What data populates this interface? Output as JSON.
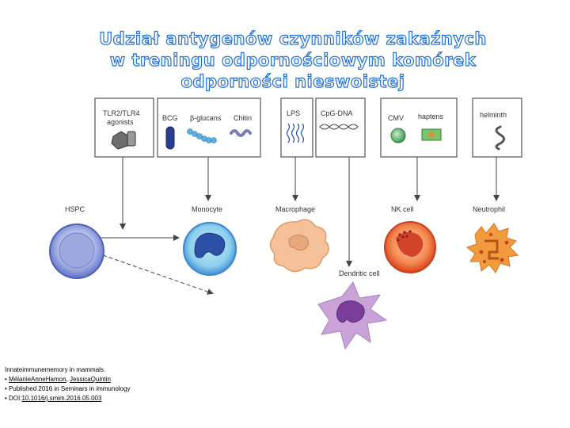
{
  "title": {
    "line1": "Udział antygenów czynników zakaźnych",
    "line2": "w treningu odpornościowym komórek",
    "line3": "odporności nieswoistej"
  },
  "stimuli": {
    "tlr": "TLR2/TLR4",
    "tlr2": "agonists",
    "bcg": "BCG",
    "glucans": "β-glucans",
    "chitin": "Chitin",
    "lps": "LPS",
    "cpg": "CpG-DNA",
    "cmv": "CMV",
    "haptens": "haptens",
    "helminth": "helminth"
  },
  "cells": {
    "hspc": "HSPC",
    "monocyte": "Monocyte",
    "macrophage": "Macrophage",
    "nk": "NK cell",
    "neutrophil": "Neutrophil",
    "dendritic": "Dendritic cell"
  },
  "citation": {
    "line1": "Innateimmunememory in mammals.",
    "authors_prefix": "• ",
    "author1": "MélanieAnneHamon",
    "sep": ", ",
    "author2": "JessicaQuintin",
    "published": "• Published 2016 in Seminars in immunology",
    "doi_prefix": "• DOI:",
    "doi": "10.1016/j.smim.2016.05.003"
  },
  "colors": {
    "title_outline": "#1f6fd6",
    "hspc": "#6b7fd0",
    "monocyte": "#3f8fd8",
    "macrophage": "#f2b88a",
    "nk": "#e8522a",
    "neutrophil": "#ef8a2c",
    "dendritic": "#a66fc0"
  }
}
